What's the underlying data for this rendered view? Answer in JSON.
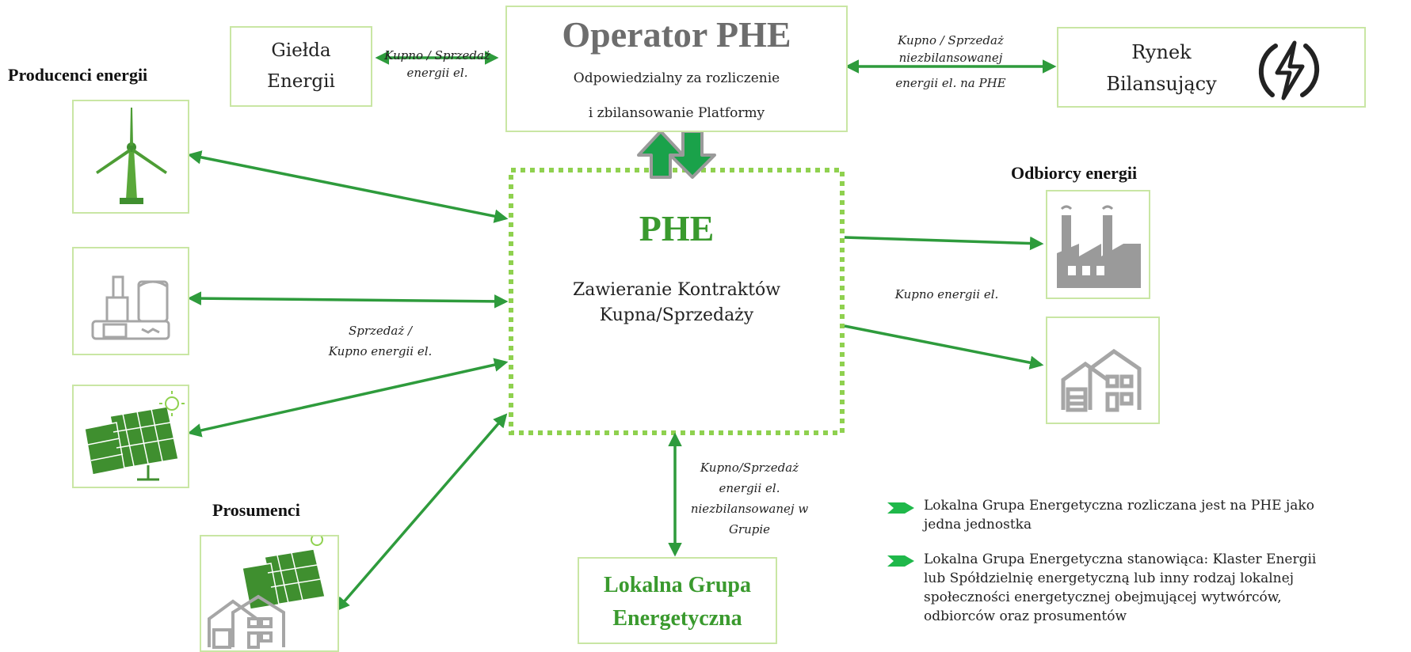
{
  "operator": {
    "title": "Operator PHE",
    "line1": "Odpowiedzialny  za rozliczenie",
    "line2": "i zbilansowanie Platformy"
  },
  "gielda": {
    "line1": "Giełda",
    "line2": "Energii"
  },
  "rynek": {
    "line1": "Rynek",
    "line2": "Bilansujący"
  },
  "phe": {
    "title": "PHE",
    "line1": "Zawieranie  Kontraktów",
    "line2": "Kupna/Sprzedaży"
  },
  "lge": {
    "line1": "Lokalna Grupa",
    "line2": "Energetyczna"
  },
  "headings": {
    "producers": "Producenci energii",
    "consumers": "Odbiorcy energii",
    "prosumers": "Prosumenci"
  },
  "labels": {
    "gielda_arrow": [
      "Kupno  / Sprzedaż",
      "energii el."
    ],
    "rynek_arrow": [
      "Kupno  / Sprzedaż",
      "niezbilansowanej",
      "energii el. na PHE"
    ],
    "producers_arrow": [
      "Sprzedaż  /",
      "Kupno  energii el."
    ],
    "consumers_arrow": "Kupno  energii el.",
    "lge_arrow": [
      "Kupno/Sprzedaż",
      "energii el.",
      "niezbilansowanej  w",
      "Grupie"
    ]
  },
  "notes": [
    [
      "Lokalna Grupa Energetyczna rozliczana jest na PHE jako",
      "jedna jednostka"
    ],
    [
      "Lokalna Grupa Energetyczna stanowiąca: Klaster Energii",
      "lub Spółdzielnię energetyczną lub inny rodzaj lokalnej",
      "społeczności  energetycznej  obejmującej  wytwórców,",
      "odbiorców oraz prosumentów"
    ]
  ],
  "colors": {
    "arrow": "#2e9b3c",
    "box_border": "#c9e6a4",
    "dotted": "#8fd14f",
    "phe_text": "#3a9a2e",
    "icon_gray": "#9a9a9a",
    "icon_green": "#3f8f2f"
  },
  "icons": [
    "wind-turbine-icon",
    "biogas-plant-icon",
    "solar-panel-icon",
    "prosumer-house-solar-icon",
    "factory-icon",
    "house-icon",
    "lightning-icon"
  ]
}
